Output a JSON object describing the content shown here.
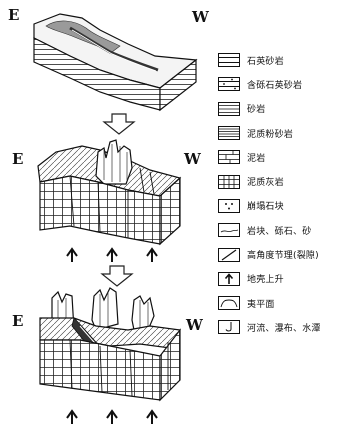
{
  "directions": {
    "stage1": {
      "east": "E",
      "west": "W"
    },
    "stage2": {
      "east": "E",
      "west": "W"
    },
    "stage3": {
      "east": "E",
      "west": "W"
    }
  },
  "legend": [
    {
      "icon": "quartz-sandstone",
      "label": "石英砂岩"
    },
    {
      "icon": "feldspar-quartz-sandstone",
      "label": "含砾石英砂岩"
    },
    {
      "icon": "sandstone",
      "label": "砂岩"
    },
    {
      "icon": "argillaceous-siltstone",
      "label": "泥质粉砂岩"
    },
    {
      "icon": "shale",
      "label": "泥岩"
    },
    {
      "icon": "argillaceous-limestone",
      "label": "泥质灰岩"
    },
    {
      "icon": "collapsed-boulder",
      "label": "崩塌石块"
    },
    {
      "icon": "gravel-sand",
      "label": "岩块、砾石、砂"
    },
    {
      "icon": "joint",
      "label": "高角度节理(裂隙)"
    },
    {
      "icon": "crustal-uplift",
      "label": "地壳上升"
    },
    {
      "icon": "erosion-surface",
      "label": "夷平面"
    },
    {
      "icon": "river-waterfall",
      "label": "河流、瀑布、水潭"
    }
  ]
}
